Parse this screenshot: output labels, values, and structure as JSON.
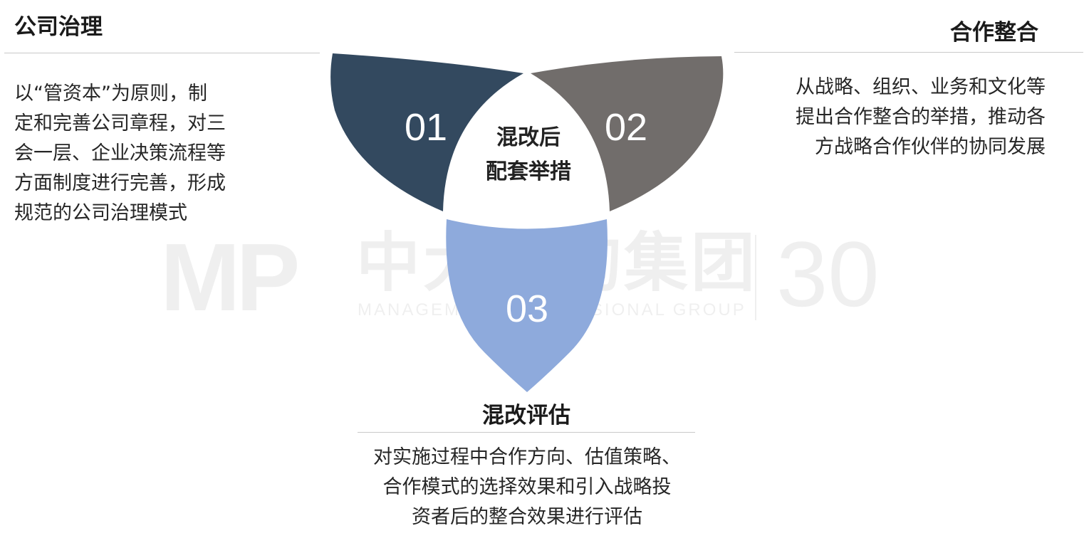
{
  "center": {
    "line1": "混改后",
    "line2": "配套举措"
  },
  "petals": [
    {
      "number": "01",
      "color": "#33495f"
    },
    {
      "number": "02",
      "color": "#716d6b"
    },
    {
      "number": "03",
      "color": "#8eaadc"
    }
  ],
  "sections": {
    "governance": {
      "title": "公司治理",
      "lines": [
        "以“管资本”为原则，制",
        "定和完善公司章程，对三",
        "会一层、企业决策流程等",
        "方面制度进行完善，形成",
        "规范的公司治理模式"
      ]
    },
    "integration": {
      "title": "合作整合",
      "lines": [
        "从战略、组织、业务和文化等",
        "提出合作整合的举措，推动各",
        "方战略合作伙伴的协同发展"
      ]
    },
    "evaluation": {
      "title": "混改评估",
      "lines": [
        "对实施过程中合作方向、估值策略、",
        "合作模式的选择效果和引入战略投",
        "资者后的整合效果进行评估"
      ]
    }
  },
  "watermark": {
    "logo": "MP",
    "cn": "中大咨询集团",
    "en": "MANAGEMENT PROFESSIONAL GROUP",
    "badge": "30"
  }
}
